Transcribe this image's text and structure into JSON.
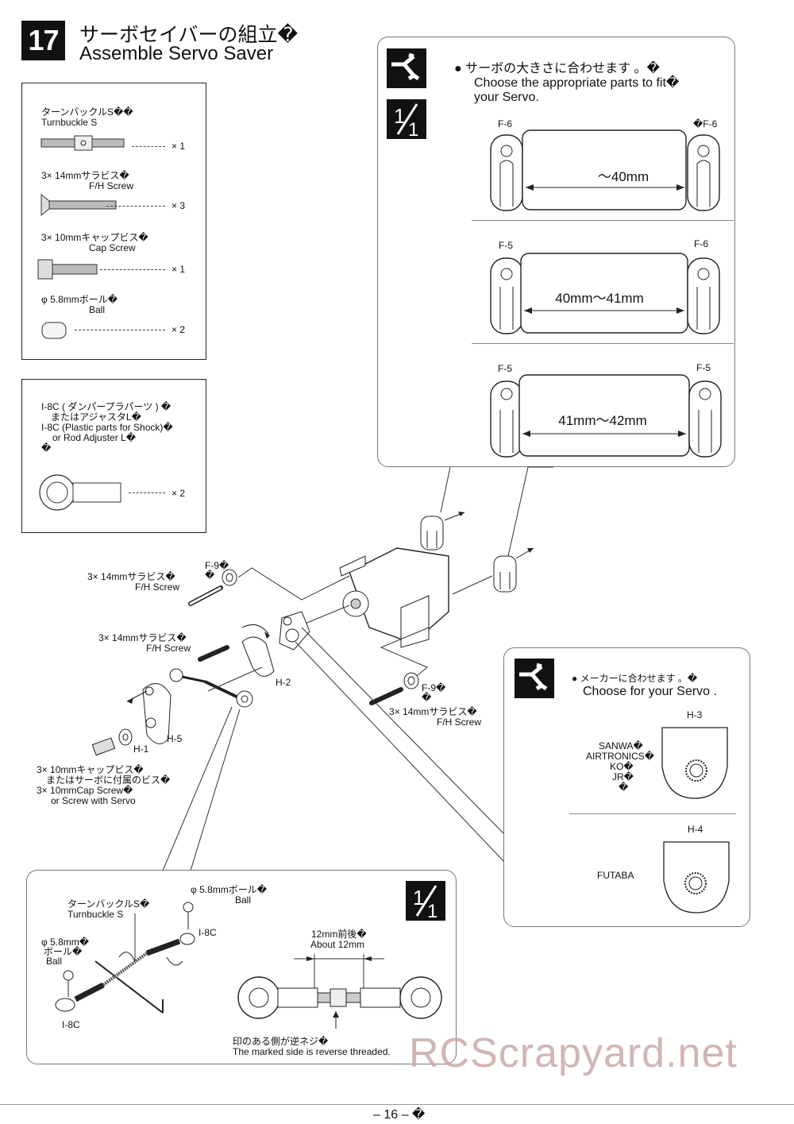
{
  "header": {
    "step_number": "17",
    "title_jp": "サーボセイバーの組立�",
    "title_en": "Assemble Servo Saver"
  },
  "parts_box": {
    "items": [
      {
        "jp": "ターンバックルS��",
        "en": "Turnbuckle S",
        "qty": "× 1"
      },
      {
        "jp": "3× 14mmサラビス�",
        "en": "F/H Screw",
        "qty": "× 3"
      },
      {
        "jp": "3× 10mmキャップビス�",
        "en": "Cap Screw",
        "qty": "× 1"
      },
      {
        "jp": "φ 5.8mmボール�",
        "en": "Ball",
        "qty": "× 2"
      }
    ]
  },
  "parts_box2": {
    "line1": "I-8C ( ダンパープラパーツ ) �",
    "line2": "またはアジャスタL�",
    "line3": "I-8C (Plastic parts for Shock)�",
    "line4": "or Rod Adjuster L�",
    "line5": "�",
    "qty": "× 2"
  },
  "servo_fit": {
    "note_jp": "● サーボの大きさに合わせます 。�",
    "note_en1": "Choose the appropriate parts to fit�",
    "note_en2": "your Servo.",
    "scale_label": "1/1",
    "rows": [
      {
        "left": "F-6",
        "right": "�F-6",
        "size": "～40mm"
      },
      {
        "left": "F-5",
        "right": "F-6",
        "size": "40mm～41mm"
      },
      {
        "left": "F-5",
        "right": "F-5",
        "size": "41mm～42mm"
      }
    ]
  },
  "assembly_labels": {
    "f9_top": "F-9�",
    "f9_top2": "�",
    "screw_a_jp": "3× 14mmサラビス�",
    "screw_a_en": "F/H Screw",
    "screw_b_jp": "3× 14mmサラビス�",
    "screw_b_en": "F/H Screw",
    "h2": "H-2",
    "h5": "H-5",
    "h1": "H-1",
    "f9_right": "F-9�",
    "f9_right2": "�",
    "screw_c_jp": "3× 14mmサラビス�",
    "screw_c_en": "F/H Screw",
    "cap_jp1": "3× 10mmキャップビス�",
    "cap_jp2": "またはサーボに付属のビス�",
    "cap_en1": "3× 10mmCap Screw�",
    "cap_en2": "or Screw with Servo"
  },
  "servo_brand": {
    "note_jp": "● メーカーに合わせます 。�",
    "note_en": "Choose for your Servo .",
    "h3": "H-3",
    "h4": "H-4",
    "brands1": [
      "SANWA�",
      "AIRTRONICS�",
      "KO�",
      "JR�",
      "�"
    ],
    "brand2": "FUTABA"
  },
  "turnbuckle_box": {
    "scale_label": "1/1",
    "ball_jp": "φ 5.8mmボール�",
    "ball_en": "Ball",
    "tb_jp": "ターンバックルS�",
    "tb_en": "Turnbuckle S",
    "i8c_a": "I-8C",
    "ball2_jp1": "φ 5.8mm�",
    "ball2_jp2": "ボール�",
    "ball2_en": "Ball",
    "i8c_b": "I-8C",
    "len_jp": "12mm前後�",
    "len_en": "About 12mm",
    "rev_jp": "印のある側が逆ネジ�",
    "rev_en": "The marked side is reverse threaded."
  },
  "watermark": "RCScrapyard.net",
  "footer": {
    "page": "–  16 –  �"
  }
}
